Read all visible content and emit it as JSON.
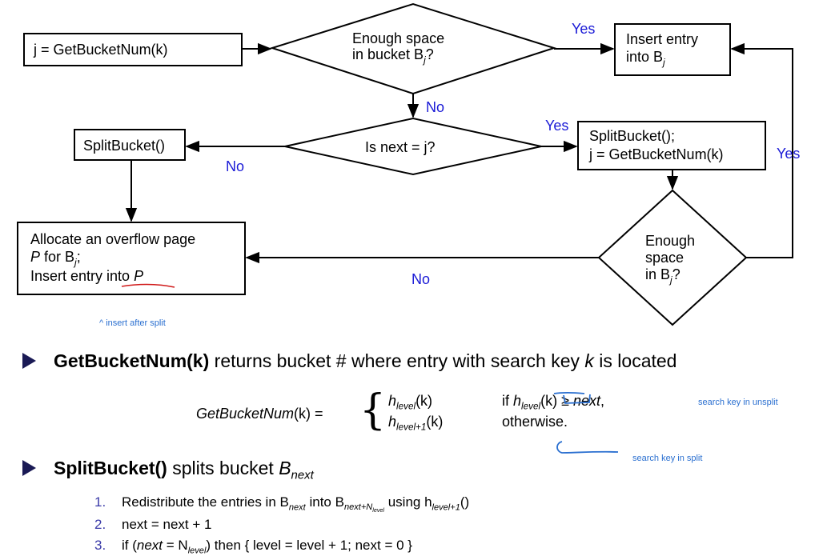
{
  "flowchart": {
    "get_bucket_box": "j = GetBucketNum(k)",
    "enough_space_1": [
      "Enough   space",
      "in bucket B",
      "j",
      "?"
    ],
    "insert_entry_box": [
      "Insert entry",
      "into B",
      "j"
    ],
    "is_next_diamond": "Is next = j?",
    "split_bucket_left": "SplitBucket()",
    "split_bucket_right": [
      "SplitBucket();",
      "j = GetBucketNum(k)"
    ],
    "overflow_box": [
      "Allocate  an  overflow page",
      "P",
      " for B",
      "j",
      ";",
      "Insert entry into ",
      "P"
    ],
    "enough_space_2": [
      "Enough",
      "space",
      "in B",
      "j",
      "?"
    ],
    "labels": {
      "yes_top": "Yes",
      "no_mid": "No",
      "yes_mid": "Yes",
      "no_left": "No",
      "yes_right": "Yes",
      "no_bottom": "No"
    },
    "handwritten_note": "^ insert after split"
  },
  "bullets": {
    "getbucket_title": "GetBucketNum(k)",
    "getbucket_text": " returns bucket # where entry with search key ",
    "getbucket_k": "k",
    "getbucket_tail": " is located",
    "formula_name": "GetBucketNum",
    "formula_arg": "(k) =",
    "case1_h": "h",
    "case1_sub": "level",
    "case1_arg": "(k)",
    "case1_cond_pre": "if ",
    "case1_cond_h": "h",
    "case1_cond_sub": "level",
    "case1_cond_tail": "(k) ≥ ",
    "case1_cond_next": "next",
    "case1_comma": ",",
    "case2_h": "h",
    "case2_sub": "level+1",
    "case2_arg": "(k)",
    "case2_cond": "otherwise.",
    "note_unsplit": "search key in unsplit",
    "note_split": "search key in split",
    "split_title": "SplitBucket()",
    "split_text": " splits bucket ",
    "split_b": "B",
    "split_sub": "next",
    "steps": [
      {
        "num": "1.",
        "text": "Redistribute the entries in B",
        "sub1": "next",
        "mid": " into B",
        "sub2": "next+N",
        "sub2b": "level",
        "tail": " using h",
        "sub3": "level+1",
        "end": "()"
      },
      {
        "num": "2.",
        "text": "next = next + 1"
      },
      {
        "num": "3.",
        "text": "if (",
        "it": "next",
        "mid": " = N",
        "sub": "level",
        "tail": ") then { level = level + 1; next = 0 }"
      }
    ]
  }
}
